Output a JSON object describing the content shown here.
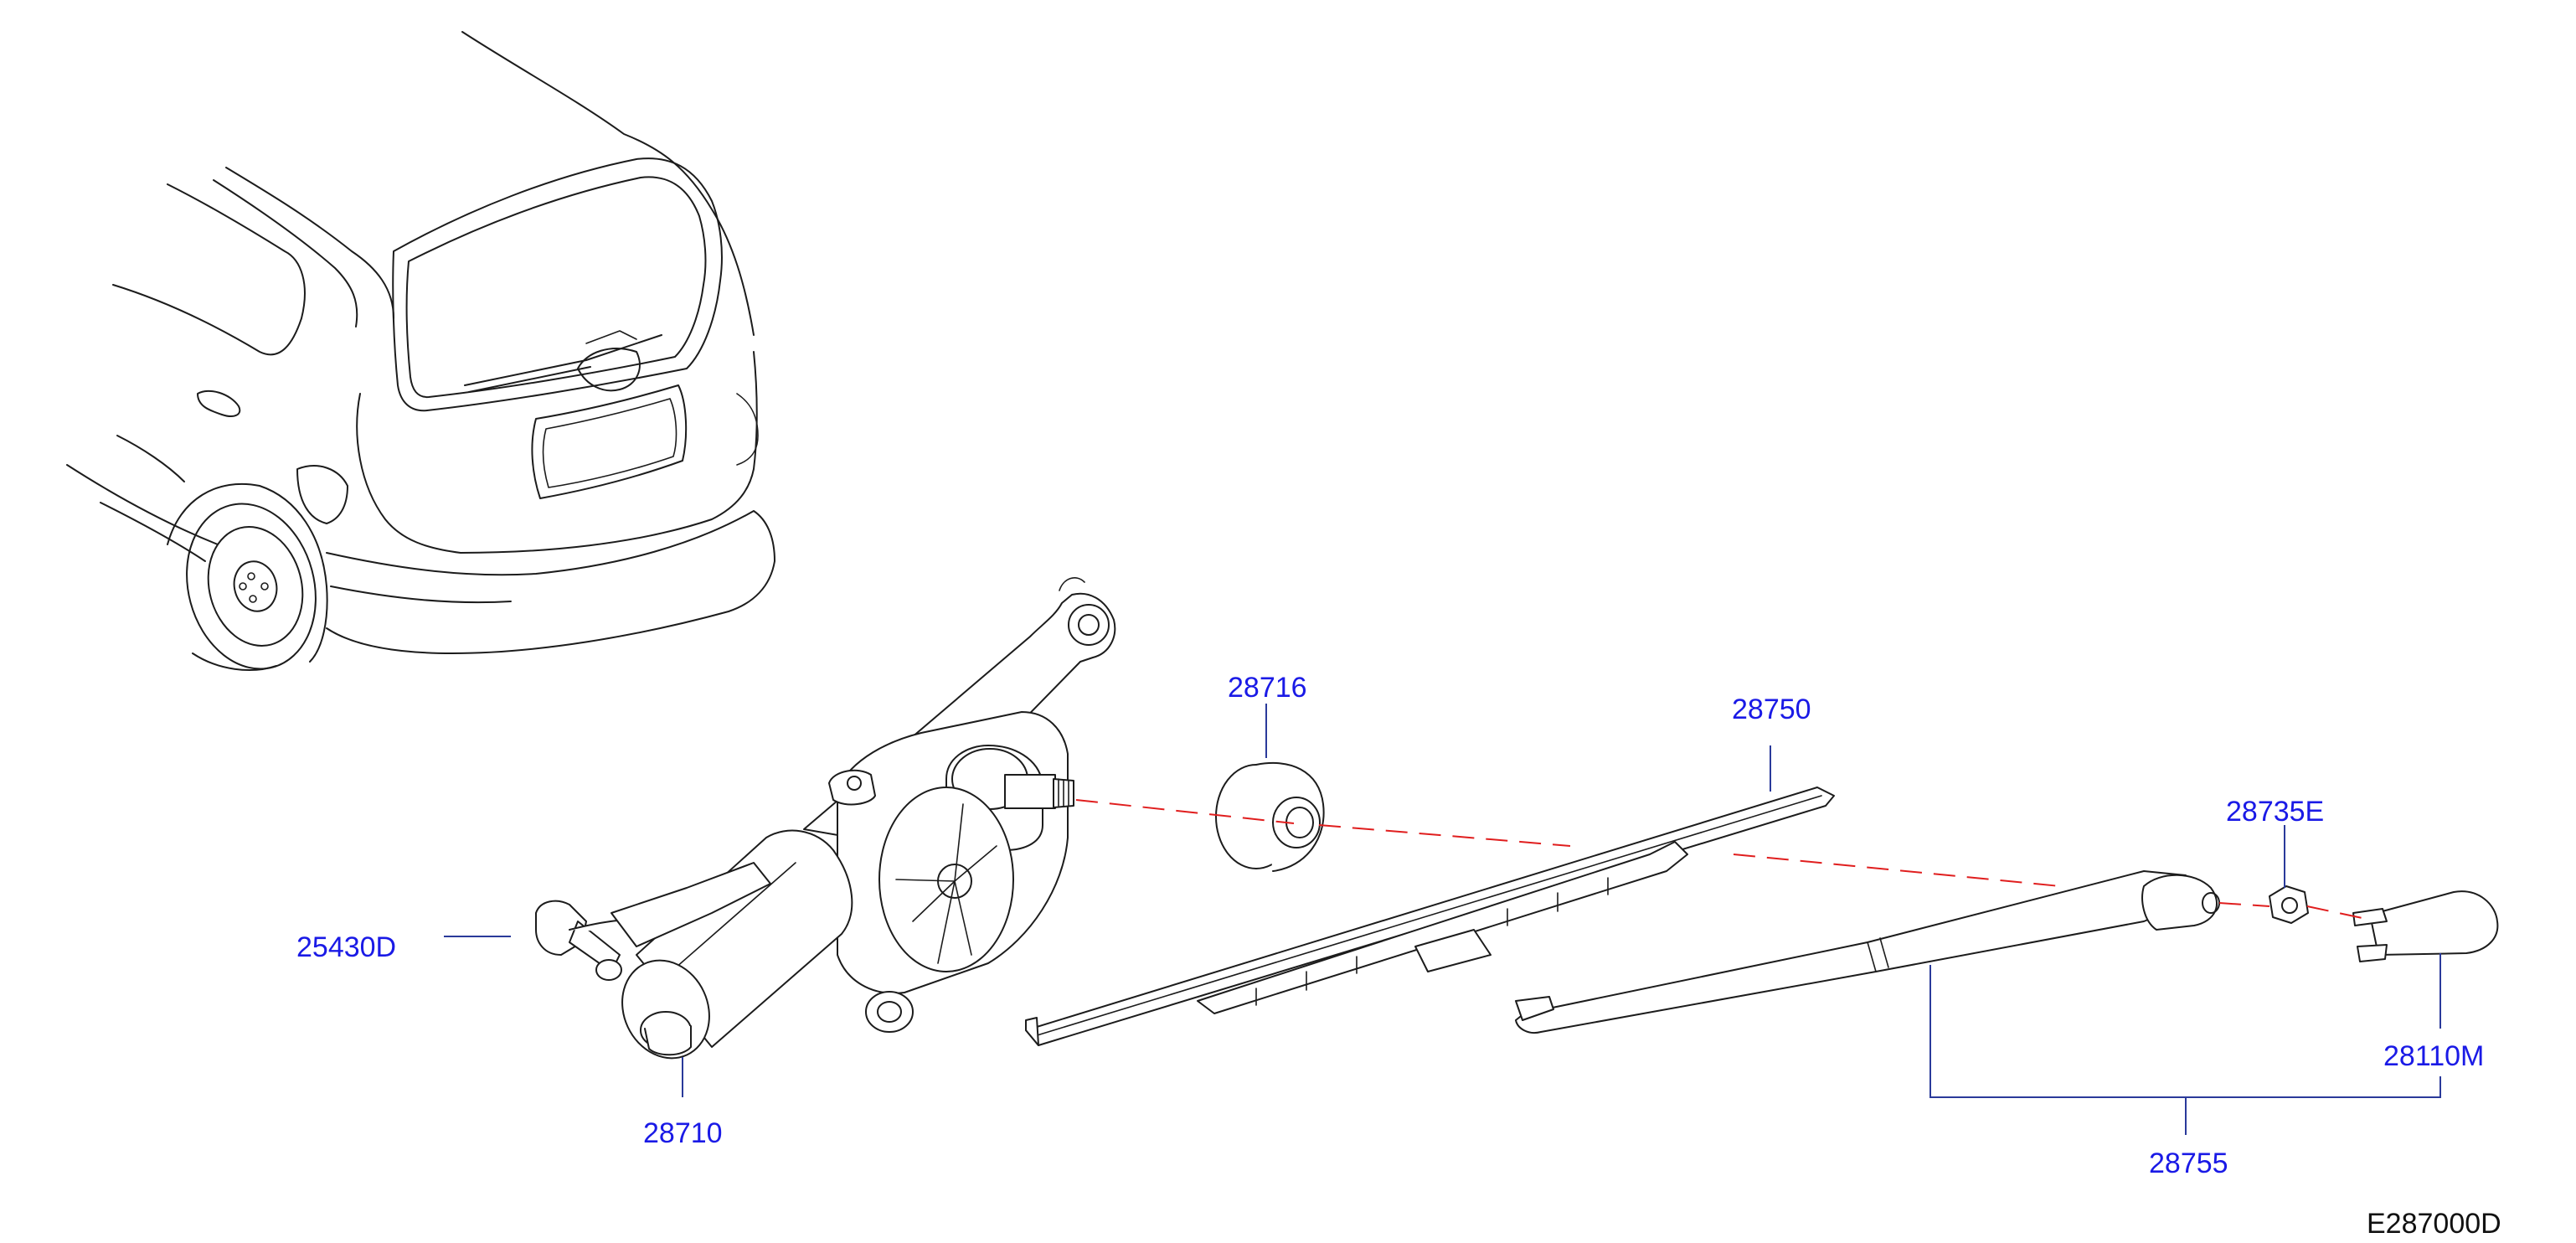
{
  "diagram": {
    "reference_code": "E287000D",
    "colors": {
      "label": "#1a1ae6",
      "leader": "#2a3a9a",
      "centerline": "#e01e1e",
      "outline": "#1c1c1c"
    },
    "parts": [
      {
        "id": "p28716",
        "number": "28716"
      },
      {
        "id": "p28750",
        "number": "28750"
      },
      {
        "id": "p28735E",
        "number": "28735E"
      },
      {
        "id": "p25430D",
        "number": "25430D"
      },
      {
        "id": "p28110M",
        "number": "28110M"
      },
      {
        "id": "p28710",
        "number": "28710"
      },
      {
        "id": "p28755",
        "number": "28755"
      }
    ]
  }
}
